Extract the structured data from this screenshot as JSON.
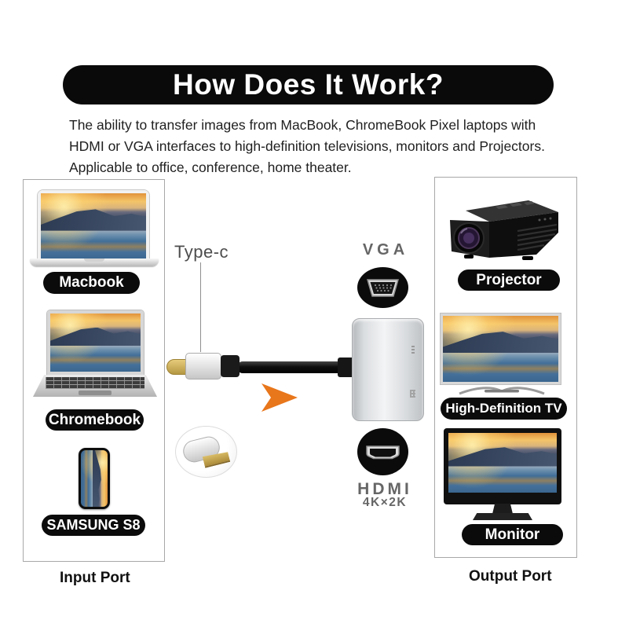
{
  "banner": {
    "title": "How Does It Work?"
  },
  "description": {
    "lines": [
      "The ability to transfer images from MacBook, ChromeBook Pixel laptops with",
      "HDMI or VGA interfaces to high-definition televisions, monitors and Projectors.",
      "Applicable to office, conference, home theater."
    ]
  },
  "adapter": {
    "type_c_label": "Type-c",
    "vga_label": "VGA",
    "hdmi_label": "HDMI",
    "hdmi_resolution": "4K×2K"
  },
  "input_column": {
    "caption": "Input Port",
    "devices": [
      {
        "label": "Macbook"
      },
      {
        "label": "Chromebook"
      },
      {
        "label": "SAMSUNG S8"
      }
    ]
  },
  "output_column": {
    "caption": "Output Port",
    "devices": [
      {
        "label": "Projector"
      },
      {
        "label": "High-Definition TV"
      },
      {
        "label": "Monitor"
      }
    ]
  },
  "colors": {
    "banner_bg": "#0A0A0A",
    "pill_bg": "#0B0B0B",
    "label_gray": "#666666",
    "arrow_orange": "#E8761B",
    "box_border": "#A8A8A8"
  }
}
